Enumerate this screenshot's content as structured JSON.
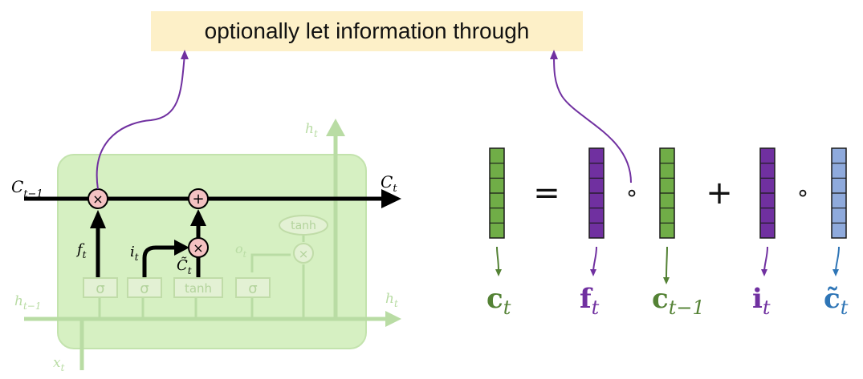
{
  "callout": {
    "text": "optionally let information through"
  },
  "lstm_cell": {
    "cell_in": {
      "base": "C",
      "sub": "t−1"
    },
    "cell_out": {
      "base": "C",
      "sub": "t"
    },
    "hidden_top": {
      "base": "h",
      "sub": "t"
    },
    "hidden_in": {
      "base": "h",
      "sub": "t−1"
    },
    "hidden_out": {
      "base": "h",
      "sub": "t"
    },
    "input_x": {
      "base": "x",
      "sub": "t"
    },
    "forget": {
      "base": "f",
      "sub": "t"
    },
    "input_gate": {
      "base": "i",
      "sub": "t"
    },
    "candidate": {
      "base": "C̃",
      "sub": "t"
    },
    "output_gate": {
      "base": "o",
      "sub": "t"
    },
    "multiply_symbol": "×",
    "add_symbol": "+",
    "tanh_label": "tanh",
    "sigma_label": "σ"
  },
  "equation": {
    "equals": "=",
    "plus": "+",
    "hadamard": "∘",
    "terms": [
      {
        "base": "c",
        "sub": "t",
        "color": "#548235"
      },
      {
        "base": "f",
        "sub": "t",
        "color": "#7030a0"
      },
      {
        "base": "c",
        "sub": "t−1",
        "color": "#548235"
      },
      {
        "base": "i",
        "sub": "t",
        "color": "#7030a0"
      },
      {
        "base": "c̃",
        "sub": "t",
        "color": "#2e75b6"
      }
    ]
  },
  "colors": {
    "green_fill": "#70ad47",
    "green_stroke": "#2e5d1a",
    "purple_fill": "#7030a0",
    "purple_stroke": "#3d1060",
    "blue_fill": "#8faadc",
    "blue_stroke": "#2f4f8f",
    "callout_bg": "#fdf0c8",
    "cell_bg": "#d6f0c2",
    "pointer": "#7030a0"
  }
}
